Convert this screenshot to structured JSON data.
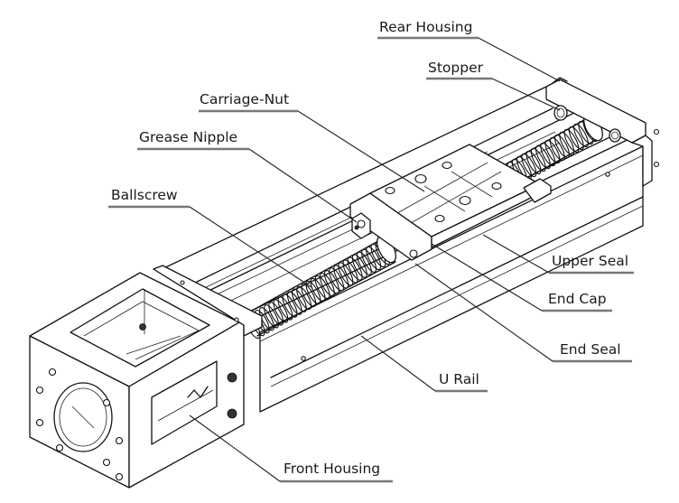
{
  "diagram": {
    "subject": "Ballscrew linear actuator module (exploded-view callouts)",
    "labels": {
      "rear_housing": "Rear Housing",
      "stopper": "Stopper",
      "carriage_nut": "Carriage-Nut",
      "grease_nipple": "Grease Nipple",
      "ballscrew": "Ballscrew",
      "upper_seal": "Upper Seal",
      "end_cap": "End Cap",
      "end_seal": "End Seal",
      "u_rail": "U Rail",
      "front_housing": "Front Housing"
    },
    "colors": {
      "line": "#111111",
      "leader_underline": "#777777",
      "background": "#ffffff"
    }
  }
}
